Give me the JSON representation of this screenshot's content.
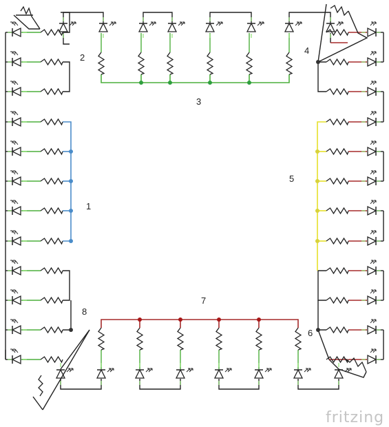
{
  "diagram": {
    "net_labels": [
      "1",
      "2",
      "3",
      "4",
      "5",
      "6",
      "7",
      "8"
    ],
    "watermark": "fritzing",
    "colors": {
      "wire_default": "#222222",
      "wire_green": "#4caf3b",
      "bus_blue": "#4a8cc9",
      "bus_green": "#4caf3b",
      "bus_yellow": "#e6e02a",
      "bus_red": "#a52a2a",
      "junction_blue": "#4a8cc9",
      "junction_green": "#2e9e3e",
      "junction_yellow": "#d8d23a",
      "junction_red": "#a81818",
      "pin_tick": "#7bdc5a",
      "node_dark": "#333333",
      "watermark": "#c4c4c4"
    }
  }
}
